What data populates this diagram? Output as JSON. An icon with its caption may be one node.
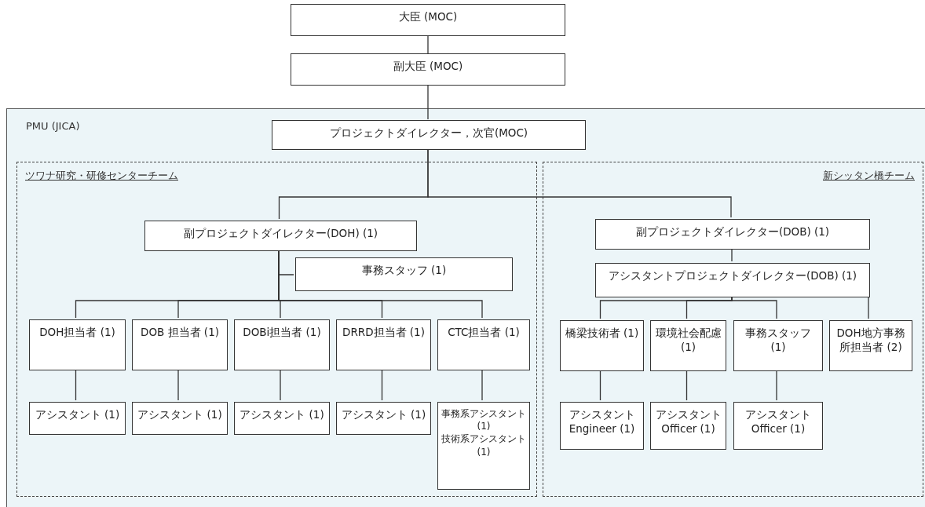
{
  "diagram": {
    "nodes": [
      {
        "text": [
          "大臣 (MOC)"
        ]
      },
      {
        "text": [
          "副大臣 (MOC)"
        ]
      },
      {
        "text": [
          "PMU (JICA)"
        ]
      },
      {
        "text": [
          "プロジェクトダイレクター，次官(MOC)"
        ],
        "in": 2
      },
      {
        "text": [
          "ツワナ研究・研修センターチーム"
        ],
        "in": 2
      },
      {
        "text": [
          "新シッタン橋チーム"
        ],
        "in": 2
      },
      {
        "text": [
          "副プロジェクトダイレクター(DOH) (1)"
        ],
        "in": 4
      },
      {
        "text": [
          "事務スタッフ (1)"
        ],
        "in": 4
      },
      {
        "text": [
          "DOH担当者 (1)"
        ],
        "in": 4
      },
      {
        "text": [
          "DOB 担当者 (1)"
        ],
        "in": 4
      },
      {
        "text": [
          "DOBi担当者 (1)"
        ],
        "in": 4
      },
      {
        "text": [
          "DRRD担当者 (1)"
        ],
        "in": 4
      },
      {
        "text": [
          "CTC担当者 (1)"
        ],
        "in": 4
      },
      {
        "text": [
          "アシスタント (1)"
        ],
        "in": 4
      },
      {
        "text": [
          "アシスタント (1)"
        ],
        "in": 4
      },
      {
        "text": [
          "アシスタント (1)"
        ],
        "in": 4
      },
      {
        "text": [
          "アシスタント (1)"
        ],
        "in": 4
      },
      {
        "text": [
          "事務系アシスタント (1)",
          "技術系アシスタント (1)"
        ],
        "in": 4
      },
      {
        "text": [
          "副プロジェクトダイレクター(DOB) (1)"
        ],
        "in": 5
      },
      {
        "text": [
          "アシスタントプロジェクトダイレクター(DOB) (1)"
        ],
        "in": 5
      },
      {
        "text": [
          "橋梁技術者 (1)"
        ],
        "in": 5
      },
      {
        "text": [
          "環境社会配慮 (1)"
        ],
        "in": 5
      },
      {
        "text": [
          "事務スタッフ (1)"
        ],
        "in": 5
      },
      {
        "text": [
          "DOH地方事務所担当者 (2)"
        ],
        "in": 5
      },
      {
        "text": [
          "アシスタント Engineer (1)"
        ],
        "in": 5
      },
      {
        "text": [
          "アシスタント Officer (1)"
        ],
        "in": 5
      },
      {
        "text": [
          "アシスタント Officer (1)"
        ],
        "in": 5
      }
    ],
    "edges": [
      {
        "from": 0,
        "to": 1,
        "arrow": "none"
      },
      {
        "from": 1,
        "to": 3,
        "arrow": "none"
      },
      {
        "from": 3,
        "to": 6,
        "arrow": "none"
      },
      {
        "from": 3,
        "to": 18,
        "arrow": "none"
      },
      {
        "from": 6,
        "to": 7,
        "arrow": "none"
      },
      {
        "from": 6,
        "to": 8,
        "arrow": "none"
      },
      {
        "from": 6,
        "to": 9,
        "arrow": "none"
      },
      {
        "from": 6,
        "to": 10,
        "arrow": "none"
      },
      {
        "from": 6,
        "to": 11,
        "arrow": "none"
      },
      {
        "from": 6,
        "to": 12,
        "arrow": "none"
      },
      {
        "from": 8,
        "to": 13,
        "arrow": "none"
      },
      {
        "from": 9,
        "to": 14,
        "arrow": "none"
      },
      {
        "from": 10,
        "to": 15,
        "arrow": "none"
      },
      {
        "from": 11,
        "to": 16,
        "arrow": "none"
      },
      {
        "from": 12,
        "to": 17,
        "arrow": "none"
      },
      {
        "from": 18,
        "to": 19,
        "arrow": "none"
      },
      {
        "from": 19,
        "to": 20,
        "arrow": "none"
      },
      {
        "from": 19,
        "to": 21,
        "arrow": "none"
      },
      {
        "from": 19,
        "to": 22,
        "arrow": "none"
      },
      {
        "from": 19,
        "to": 23,
        "arrow": "none"
      },
      {
        "from": 20,
        "to": 24,
        "arrow": "none"
      },
      {
        "from": 21,
        "to": 25,
        "arrow": "none"
      },
      {
        "from": 22,
        "to": 26,
        "arrow": "none"
      }
    ]
  }
}
